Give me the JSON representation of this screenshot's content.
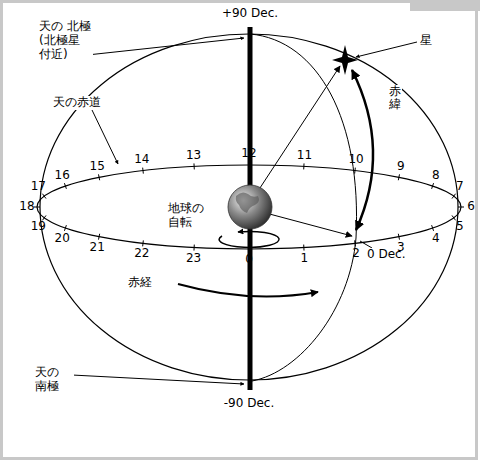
{
  "diagram": {
    "labels": [
      "天の 北極 (北極星 付近)",
      "+90 Dec.",
      "星",
      "天の赤道",
      "赤緯",
      "12",
      "11",
      "10",
      "9",
      "8",
      "7",
      "6",
      "5",
      "4",
      "3",
      "2",
      "1",
      "0",
      "23",
      "22",
      "21",
      "20",
      "19",
      "18",
      "17",
      "16",
      "15",
      "14",
      "13",
      "0 Dec.",
      "地球の 自転",
      "赤経",
      "天の 南極",
      "-90 Dec."
    ]
  }
}
